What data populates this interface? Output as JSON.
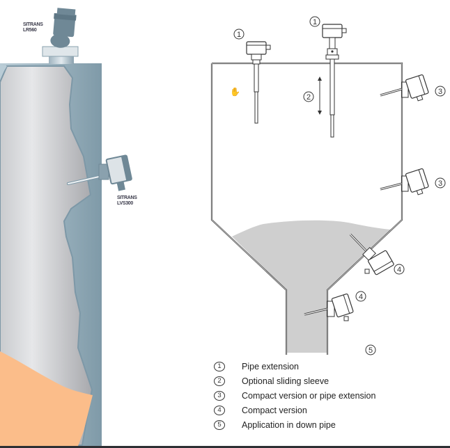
{
  "left_illustration": {
    "sensor_top_label_line1": "SITRANS",
    "sensor_top_label_line2": "LR560",
    "sensor_side_label_line1": "SITRANS",
    "sensor_side_label_line2": "LVS300",
    "colors": {
      "silo_wall": "#8fa9b6",
      "silo_interior": "#d7d8da",
      "material": "#fbbd8a",
      "sensor": "#6f8896"
    }
  },
  "right_diagram": {
    "callouts": {
      "top_left_sensor": "1",
      "top_right_sensor": "1",
      "sliding_sleeve": "2",
      "side_upper": "3",
      "side_lower": "3",
      "cone_sensor": "4",
      "pipe_sensor": "4",
      "down_pipe": "5"
    },
    "colors": {
      "vessel_outline": "#3b3b3b",
      "material_fill": "#cfcfcf"
    }
  },
  "legend": [
    {
      "num": "1",
      "text": "Pipe extension"
    },
    {
      "num": "2",
      "text": "Optional sliding sleeve"
    },
    {
      "num": "3",
      "text": "Compact version or pipe extension"
    },
    {
      "num": "4",
      "text": "Compact version"
    },
    {
      "num": "5",
      "text": "Application in down pipe"
    }
  ]
}
